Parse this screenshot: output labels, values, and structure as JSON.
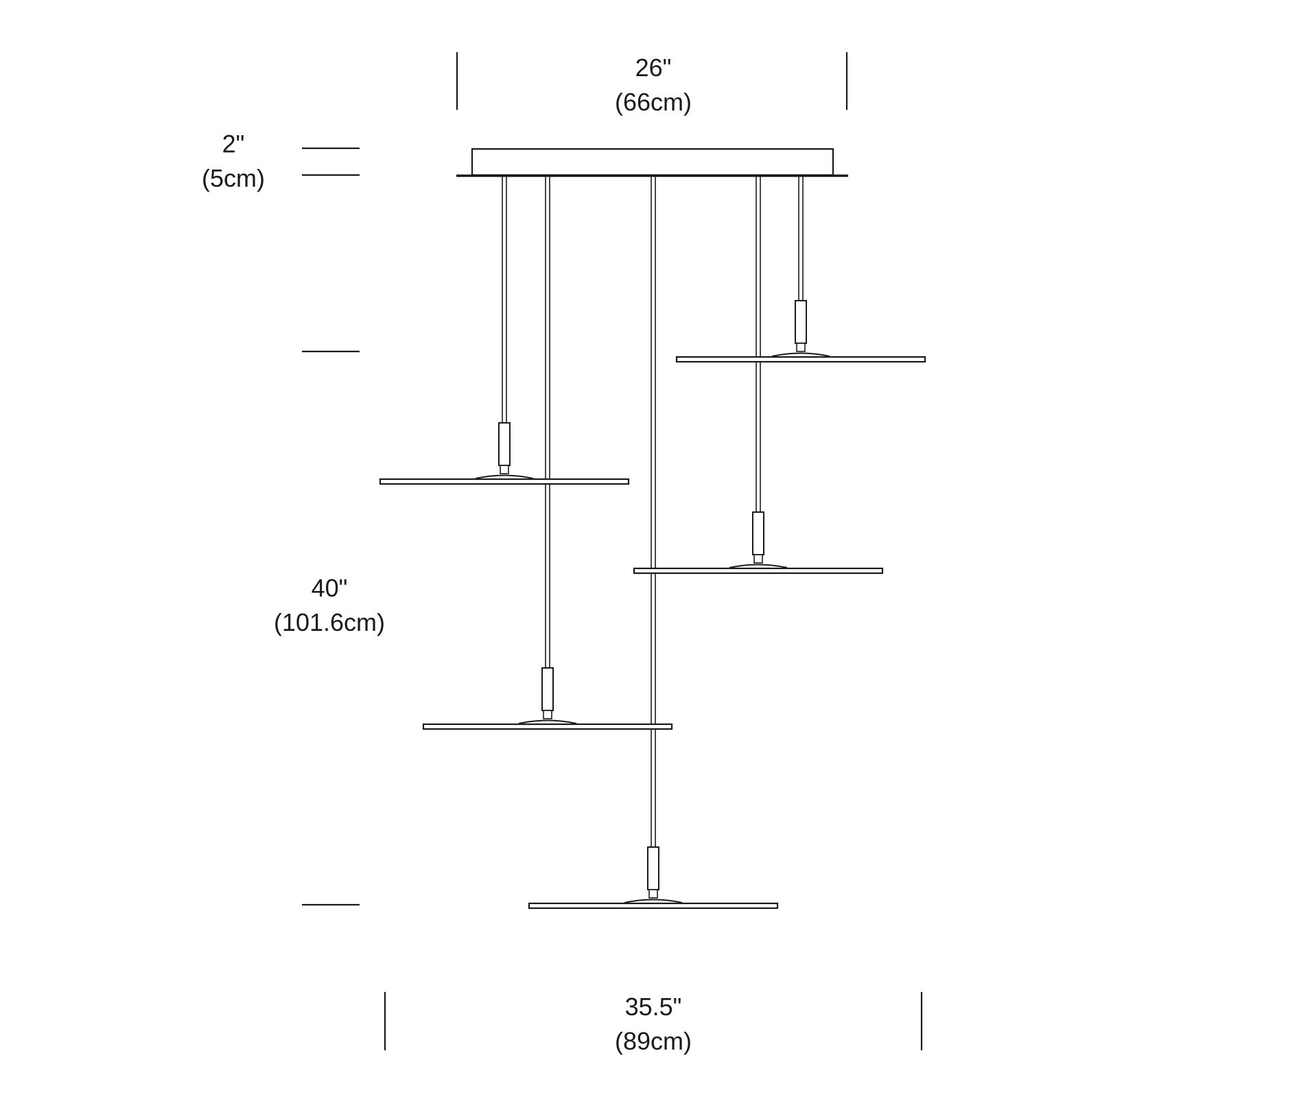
{
  "dimensions": {
    "canopy_width": {
      "imperial": "26\"",
      "metric": "(66cm)"
    },
    "canopy_height": {
      "imperial": "2\"",
      "metric": "(5cm)"
    },
    "drop_height": {
      "imperial": "40\"",
      "metric": "(101.6cm)"
    },
    "overall_width": {
      "imperial": "35.5\"",
      "metric": "(89cm)"
    }
  },
  "colors": {
    "line": "#1a1a1a",
    "background": "#ffffff"
  }
}
